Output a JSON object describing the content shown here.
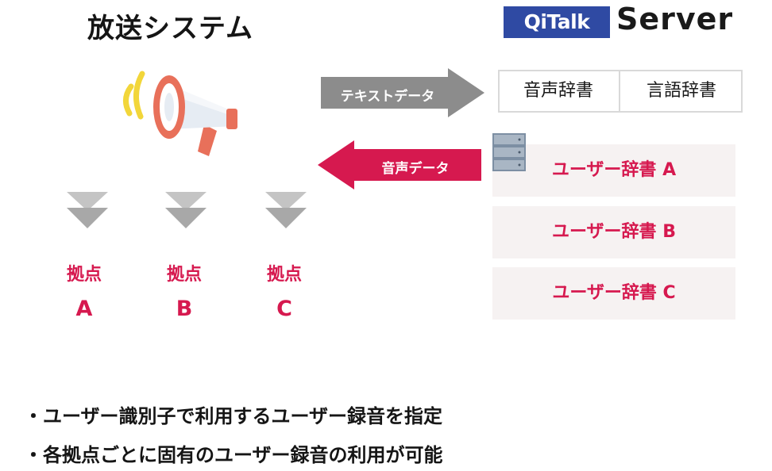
{
  "system": {
    "title": "放送システム"
  },
  "logo": {
    "mark": "QiTalk",
    "word": "Server",
    "color": "#2f4aa3"
  },
  "arrows": {
    "to_server": {
      "label": "テキストデータ",
      "color": "#8c8c8c"
    },
    "to_system": {
      "label": "音声データ",
      "color": "#d6194f"
    }
  },
  "dictionaries": {
    "sound": "音声辞書",
    "language": "言語辞書"
  },
  "user_dicts": [
    "ユーザー辞書 A",
    "ユーザー辞書 B",
    "ユーザー辞書 C"
  ],
  "sites": [
    {
      "label": "拠点",
      "letter": "A"
    },
    {
      "label": "拠点",
      "letter": "B"
    },
    {
      "label": "拠点",
      "letter": "C"
    }
  ],
  "bullets": [
    "・ユーザー識別子で利用するユーザー録音を指定",
    "・各拠点ごとに固有のユーザー録音の利用が可能"
  ],
  "colors": {
    "accent": "#d6194f",
    "grey": "#8c8c8c",
    "panel": "#f6f2f2"
  },
  "icons": [
    "megaphone-icon",
    "server-icon",
    "down-arrow-icon"
  ]
}
